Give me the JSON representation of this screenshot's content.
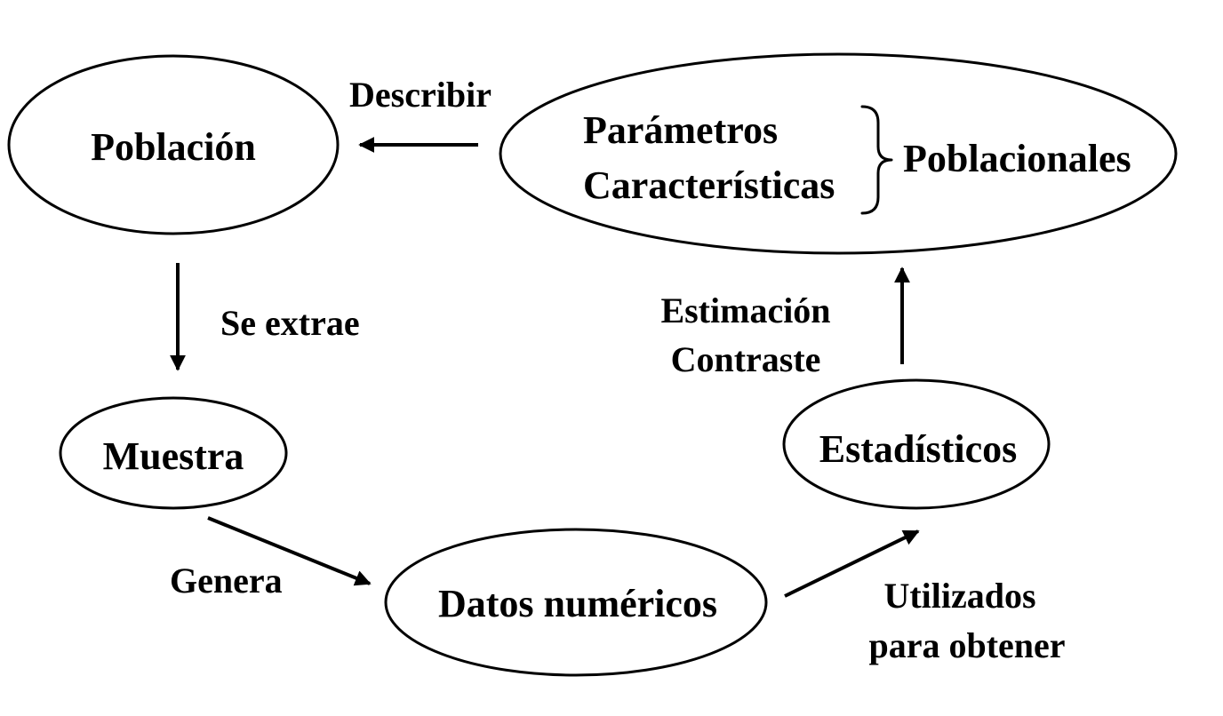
{
  "diagram": {
    "nodes": {
      "poblacion": {
        "label": "Población"
      },
      "parametros": {
        "line1": "Parámetros",
        "line2": "Características",
        "group_label": "Poblacionales"
      },
      "muestra": {
        "label": "Muestra"
      },
      "datos": {
        "label": "Datos numéricos"
      },
      "estadisticos": {
        "label": "Estadísticos"
      }
    },
    "edges": {
      "describir": {
        "label": "Describir"
      },
      "se_extrae": {
        "label": "Se extrae"
      },
      "genera": {
        "label": "Genera"
      },
      "utilizados": {
        "line1": "Utilizados",
        "line2": "para obtener"
      },
      "estimacion": {
        "line1": "Estimación",
        "line2": "Contraste"
      }
    }
  }
}
